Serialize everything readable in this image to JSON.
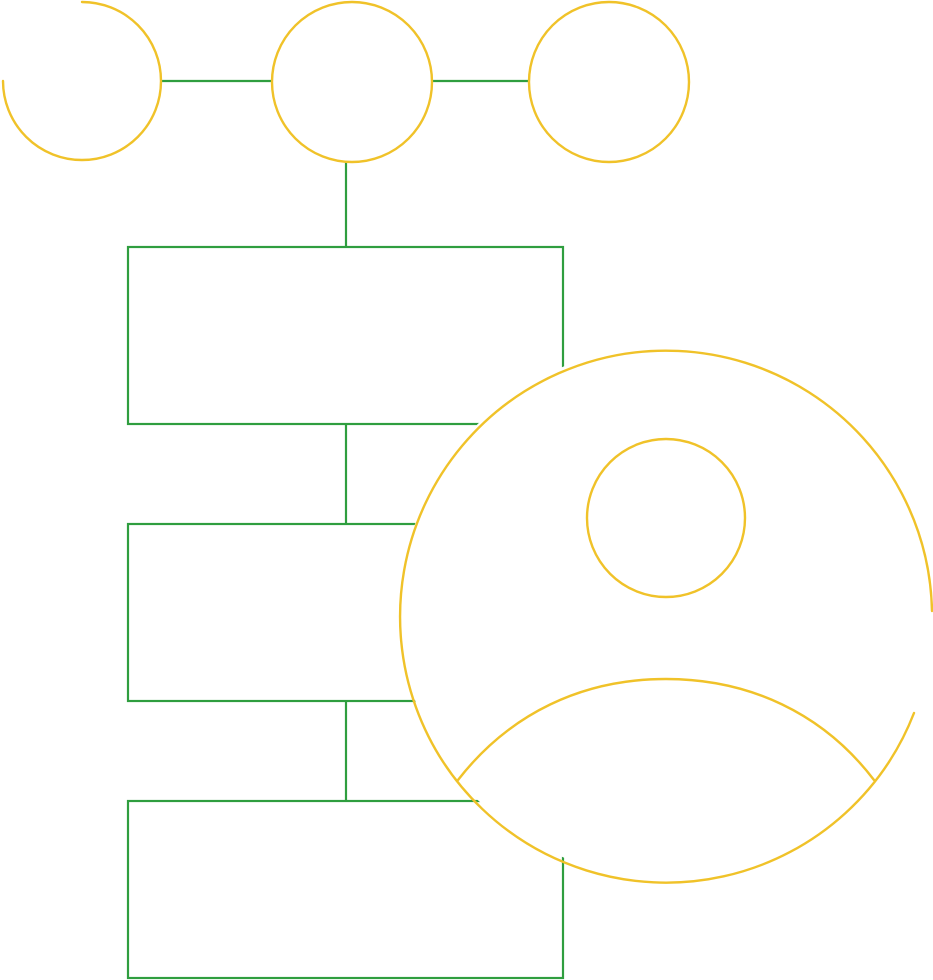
{
  "icon": {
    "name": "org-chart-with-user-icon",
    "parts": [
      "top-node-circle",
      "connector-line",
      "hierarchy-box",
      "user-avatar-icon"
    ]
  },
  "colors": {
    "background": "#ffffff",
    "primary_line": "#2f9e3f",
    "accent_line": "#f0c229"
  }
}
